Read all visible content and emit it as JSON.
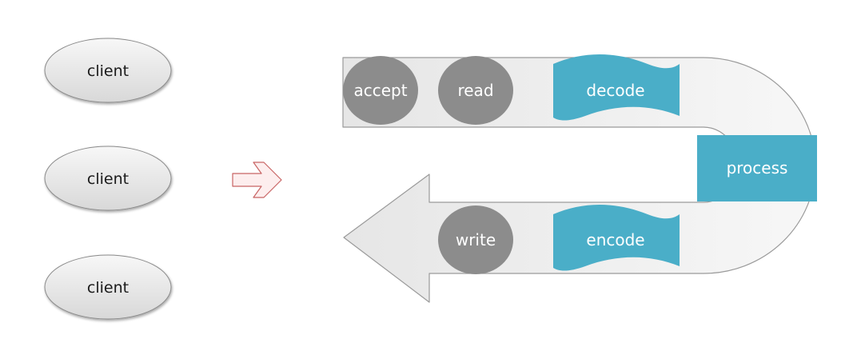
{
  "clients": [
    {
      "label": "client"
    },
    {
      "label": "client"
    },
    {
      "label": "client"
    }
  ],
  "pipeline": {
    "stages": {
      "accept": "accept",
      "read": "read",
      "decode": "decode",
      "process": "process",
      "encode": "encode",
      "write": "write"
    }
  },
  "colors": {
    "client_fill_top": "#f6f6f6",
    "client_fill_bottom": "#dadada",
    "client_stroke": "#8a8a8a",
    "circle_fill": "#8c8c8c",
    "wave_fill": "#4aaec8",
    "process_fill": "#4aaec8",
    "band_fill": "#f0f0f0",
    "band_stroke": "#9a9a9a",
    "arrow_fill": "#fdeeee",
    "arrow_stroke": "#c86464",
    "label_light": "#ffffff",
    "label_dark": "#1a1a1a"
  }
}
